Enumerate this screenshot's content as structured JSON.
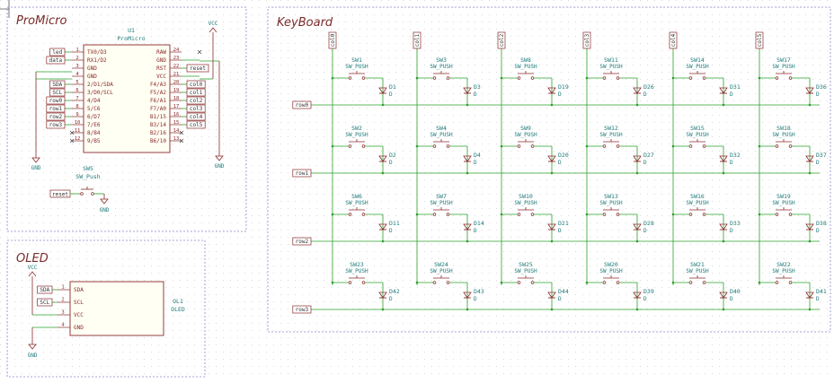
{
  "sheets": {
    "promicro": "ProMicro",
    "oled": "OLED",
    "keyboard": "KeyBoard"
  },
  "promicro": {
    "ref": "U1",
    "value": "ProMicro",
    "left_pins": [
      {
        "name": "TX0/D3",
        "num": "1",
        "label": "led"
      },
      {
        "name": "RX1/D2",
        "num": "2",
        "label": "data"
      },
      {
        "name": "GND",
        "num": "3",
        "label": ""
      },
      {
        "name": "GND",
        "num": "4",
        "label": ""
      },
      {
        "name": "2/D1/SDA",
        "num": "5",
        "label": "SDA"
      },
      {
        "name": "3/D0/SCL",
        "num": "6",
        "label": "SCL"
      },
      {
        "name": "4/D4",
        "num": "7",
        "label": "row0"
      },
      {
        "name": "5/C6",
        "num": "8",
        "label": "row1"
      },
      {
        "name": "6/D7",
        "num": "9",
        "label": "row2"
      },
      {
        "name": "7/E6",
        "num": "10",
        "label": "row3"
      },
      {
        "name": "8/B4",
        "num": "11",
        "label": ""
      },
      {
        "name": "9/B5",
        "num": "12",
        "label": ""
      }
    ],
    "right_pins": [
      {
        "name": "RAW",
        "num": "24",
        "label": ""
      },
      {
        "name": "GND",
        "num": "23",
        "label": ""
      },
      {
        "name": "RST",
        "num": "22",
        "label": "reset"
      },
      {
        "name": "VCC",
        "num": "21",
        "label": ""
      },
      {
        "name": "F4/A3",
        "num": "20",
        "label": "col0"
      },
      {
        "name": "F5/A2",
        "num": "19",
        "label": "col1"
      },
      {
        "name": "F6/A1",
        "num": "18",
        "label": "col2"
      },
      {
        "name": "F7/A0",
        "num": "17",
        "label": "col3"
      },
      {
        "name": "B1/15",
        "num": "16",
        "label": "col4"
      },
      {
        "name": "B3/14",
        "num": "15",
        "label": "col5"
      },
      {
        "name": "B2/16",
        "num": "14",
        "label": ""
      },
      {
        "name": "B6/10",
        "num": "13",
        "label": ""
      }
    ],
    "gnd": "GND",
    "vcc": "VCC",
    "reset_switch": {
      "ref": "SW5",
      "value": "SW_Push",
      "label": "reset",
      "gnd": "GND"
    }
  },
  "oled": {
    "ref": "OL1",
    "value": "OLED",
    "vcc": "VCC",
    "gnd": "GND",
    "pins": [
      {
        "name": "SDA",
        "num": "1",
        "label": "SDA"
      },
      {
        "name": "SCL",
        "num": "2",
        "label": "SCL"
      },
      {
        "name": "VCC",
        "num": "3",
        "label": ""
      },
      {
        "name": "GND",
        "num": "4",
        "label": ""
      }
    ]
  },
  "keyboard": {
    "cols": [
      "col0",
      "col1",
      "col2",
      "col3",
      "col4",
      "col5"
    ],
    "rows": [
      "row0",
      "row1",
      "row2",
      "row3"
    ],
    "switch_value": "SW_PUSH",
    "diode_value": "D",
    "switches": [
      [
        "SW1",
        "SW3",
        "SW8",
        "SW11",
        "SW14",
        "SW17"
      ],
      [
        "SW2",
        "SW4",
        "SW9",
        "SW12",
        "SW15",
        "SW18"
      ],
      [
        "SW6",
        "SW7",
        "SW10",
        "SW13",
        "SW16",
        "SW19"
      ],
      [
        "SW23",
        "SW24",
        "SW25",
        "SW20",
        "SW21",
        "SW22"
      ]
    ],
    "diodes": [
      [
        "D1",
        "D3",
        "D19",
        "D26",
        "D31",
        "D36"
      ],
      [
        "D2",
        "D4",
        "D20",
        "D27",
        "D32",
        "D37"
      ],
      [
        "D11",
        "D14",
        "D21",
        "D28",
        "D33",
        "D38"
      ],
      [
        "D42",
        "D43",
        "D44",
        "D39",
        "D40",
        "D41"
      ]
    ]
  },
  "colors": {
    "wire": "#2aa02a",
    "component": "#8b2a2a",
    "text": "#1f7a7a",
    "sheet_border": "#8888cc"
  }
}
